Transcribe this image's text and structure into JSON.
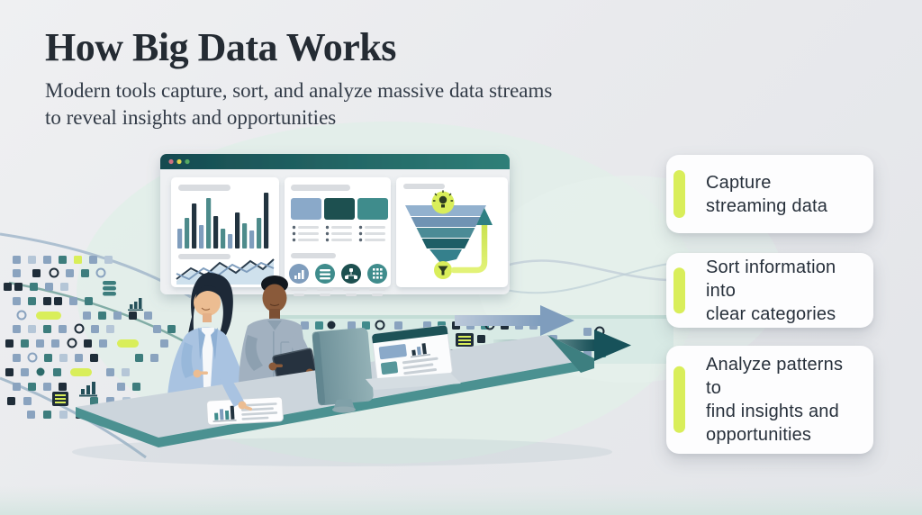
{
  "header": {
    "title": "How Big Data Works",
    "subtitle": "Modern tools capture, sort, and analyze massive data streams\nto reveal insights and opportunities"
  },
  "steps": [
    {
      "label": "Capture\nstreaming data"
    },
    {
      "label": "Sort information into\nclear categories"
    },
    {
      "label": "Analyze patterns to\nfind insights and\nopportunities"
    }
  ],
  "colors": {
    "background": "#e9eaed",
    "accent_lime": "#d9ee5a",
    "teal_dark": "#1d5b62",
    "teal": "#418b8c",
    "steel_blue": "#7f9dbd",
    "navy": "#1f2d39",
    "card_bg": "#fdfdfe",
    "title_text": "#242b33",
    "browser_titlebar": "#1d5b60"
  },
  "illustration": {
    "browser_window": {
      "dots": [
        "close-dot",
        "minimize-dot",
        "maximize-dot"
      ]
    },
    "panels": [
      "bar-and-line-charts",
      "category-cards-and-metrics",
      "funnel-with-insights"
    ],
    "icons": [
      "lightbulb-icon",
      "filter-icon",
      "database-icon",
      "bar-chart-icon",
      "server-icon",
      "up-arrow-icon",
      "flow-arrow-blue",
      "flow-arrow-teal"
    ],
    "scene": [
      "data-stream-squares",
      "woman-analyst",
      "man-analyst",
      "desktop-monitor",
      "laptop",
      "report-document",
      "conveyor-belt",
      "desk"
    ]
  }
}
